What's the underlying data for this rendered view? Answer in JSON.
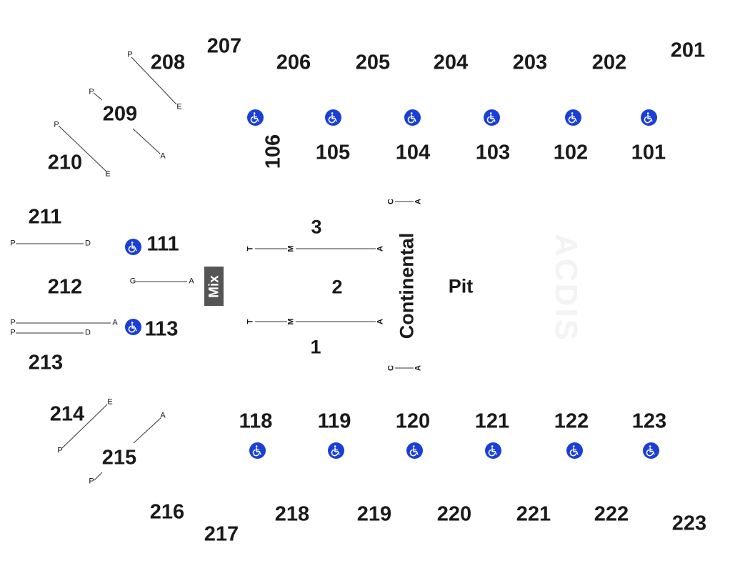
{
  "accent_color": "#1a3fd6",
  "wheelchair_icon": "wheelchair-accessible-icon",
  "upper_sections": [
    "201",
    "202",
    "203",
    "204",
    "205",
    "206",
    "207",
    "208",
    "209",
    "210",
    "211",
    "212",
    "213",
    "214",
    "215",
    "216",
    "217",
    "218",
    "219",
    "220",
    "221",
    "222",
    "223"
  ],
  "lower_sections": [
    "101",
    "102",
    "103",
    "104",
    "105",
    "106",
    "111",
    "113",
    "118",
    "119",
    "120",
    "121",
    "122",
    "123"
  ],
  "floor": {
    "zones": [
      "1",
      "2",
      "3"
    ],
    "mix_label": "Mix",
    "continental_label": "Continental",
    "pit_label": "Pit"
  },
  "row_letters": [
    "P",
    "E",
    "P",
    "E",
    "P",
    "A",
    "P",
    "D",
    "G",
    "A",
    "P",
    "A",
    "P",
    "D",
    "E",
    "P",
    "A",
    "P",
    "T",
    "M",
    "A",
    "T",
    "M",
    "A",
    "C",
    "A",
    "C",
    "A"
  ],
  "watermark": "ACDIS"
}
